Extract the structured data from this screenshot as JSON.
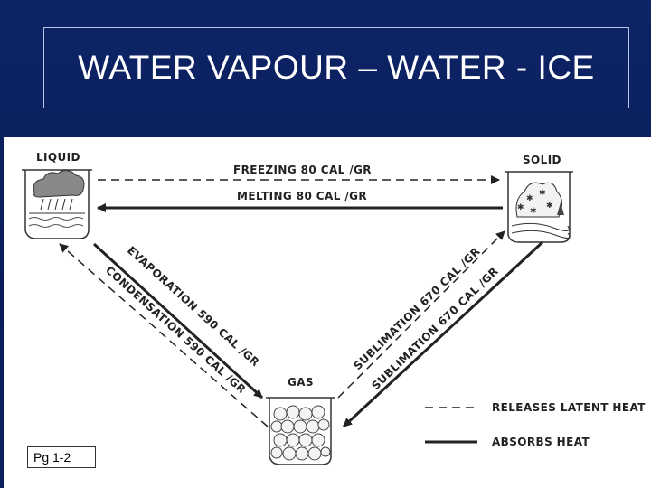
{
  "title": "WATER VAPOUR – WATER - ICE",
  "diagram": {
    "nodes": {
      "liquid": "LIQUID",
      "solid": "SOLID",
      "gas": "GAS"
    },
    "arrows": {
      "freezing": "FREEZING 80 CAL /GR",
      "melting": "MELTING 80 CAL /GR",
      "evaporation": "EVAPORATION 590 CAL /GR",
      "condensation": "CONDENSATION 590 CAL /GR",
      "sublimation_up": "SUBLIMATION 670 CAL /GR",
      "sublimation_down": "SUBLIMATION 670 CAL /GR"
    },
    "legend": {
      "dashed": "RELEASES LATENT HEAT",
      "solid": "ABSORBS HEAT"
    }
  },
  "page_ref": "Pg 1-2",
  "colors": {
    "background": "#0a1f5e",
    "title_text": "#ffffff",
    "line": "#222222"
  }
}
